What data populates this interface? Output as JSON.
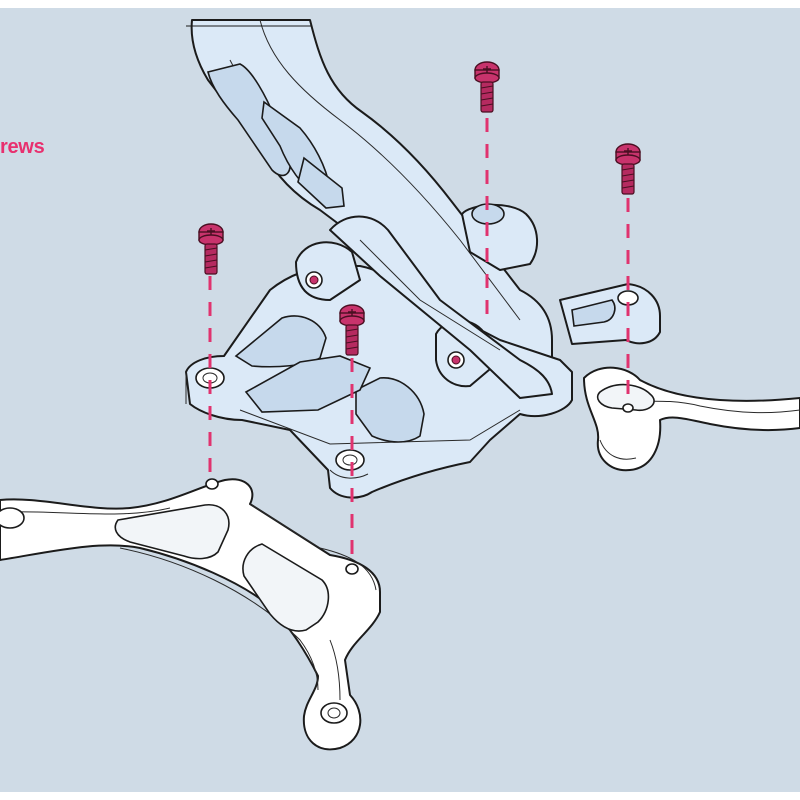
{
  "step": {
    "label_text": "rews"
  },
  "colors": {
    "background": "#cfdbe6",
    "accent": "#e0336f",
    "screw": "#c8336c",
    "part_highlight": "#dbe9f7",
    "part": "#ffffff"
  },
  "parts": {
    "screw_count": 4,
    "arm_count": 2
  }
}
